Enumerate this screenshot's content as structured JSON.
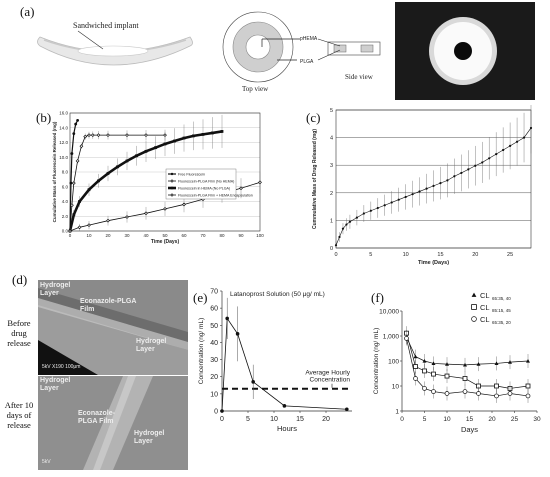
{
  "panels": {
    "a": "(a)",
    "b": "(b)",
    "c": "(c)",
    "d": "(d)",
    "e": "(e)",
    "f": "(f)"
  },
  "panel_a": {
    "implant_label": "Sandwiched implant",
    "pHEMA": "pHEMA",
    "PLGA": "PLGA",
    "top_view": "Top view",
    "side_view": "Side view"
  },
  "panel_d": {
    "before": [
      "Before",
      "drug",
      "release"
    ],
    "after": [
      "After 10",
      "days of",
      "release"
    ],
    "hydrogel_top": [
      "Hydrogel",
      "Layer"
    ],
    "film_top": [
      "Econazole-PLGA",
      "Film"
    ],
    "hydrogel_mid_right": [
      "Hydrogel",
      "Layer"
    ],
    "hydrogel_mid_left": [
      "Hydrogel",
      "Layer"
    ],
    "film_bottom": [
      "Econazole-",
      "PLGA Film"
    ],
    "hydrogel_bottom": [
      "Hydrogel",
      "Layer"
    ],
    "scale_top": "5kV    X190  100μm",
    "scale_bottom": "5kV"
  },
  "chart_data": [
    {
      "panel": "b",
      "type": "line",
      "ylabel": "Cumulative Mass of Fluorescein Released (mg)",
      "xlabel": "Time (Days)",
      "xlim": [
        0,
        100
      ],
      "ylim": [
        0,
        16
      ],
      "xticks": [
        0,
        10,
        20,
        30,
        40,
        50,
        60,
        70,
        80,
        90,
        100
      ],
      "yticks": [
        "0.0",
        "2.0",
        "4.0",
        "6.0",
        "8.0",
        "10.0",
        "12.0",
        "14.0",
        "16.0"
      ],
      "legend": "inside-center-right",
      "series": [
        {
          "name": "Free Fluorescein",
          "x": [
            0,
            0.5,
            1,
            2,
            3,
            4
          ],
          "y": [
            0,
            6.5,
            10.5,
            13.2,
            14.5,
            15.0
          ]
        },
        {
          "name": "Fluorescein-PLGA Film (No HEMA)",
          "x": [
            0,
            1,
            2,
            4,
            6,
            8,
            10,
            12,
            15,
            20,
            30,
            40,
            50
          ],
          "y": [
            0,
            3.5,
            6.5,
            9.5,
            11.5,
            12.8,
            13.0,
            13.0,
            13.0,
            13.0,
            13.0,
            13.0,
            13.0
          ]
        },
        {
          "name": "Fluorescein in HEMA (No PLGA)",
          "x": [
            0,
            2,
            5,
            10,
            15,
            20,
            25,
            30,
            35,
            40,
            45,
            50,
            55,
            60,
            65,
            70,
            75,
            80
          ],
          "y": [
            0,
            2.2,
            4.0,
            5.6,
            6.8,
            7.8,
            8.7,
            9.5,
            10.2,
            10.8,
            11.3,
            11.8,
            12.2,
            12.6,
            12.9,
            13.1,
            13.3,
            13.5
          ]
        },
        {
          "name": "Fluorescein-PLGA Film + HEMA Encapsulation",
          "x": [
            0,
            5,
            10,
            20,
            30,
            40,
            50,
            60,
            70,
            80,
            90,
            100
          ],
          "y": [
            0,
            0.5,
            0.8,
            1.4,
            1.9,
            2.4,
            3.0,
            3.6,
            4.3,
            5.1,
            5.8,
            6.6
          ]
        }
      ]
    },
    {
      "panel": "c",
      "type": "line",
      "ylabel": "Cummulative Mass of Drug Released (mg)",
      "xlabel": "Time (Days)",
      "xlim": [
        0,
        28
      ],
      "ylim": [
        0,
        5
      ],
      "xticks": [
        0,
        5,
        10,
        15,
        20,
        25
      ],
      "yticks": [
        0,
        1,
        2,
        3,
        4,
        5
      ],
      "x": [
        0,
        0.5,
        1,
        1.5,
        2,
        3,
        4,
        5,
        6,
        7,
        8,
        9,
        10,
        11,
        12,
        13,
        14,
        15,
        16,
        17,
        18,
        19,
        20,
        21,
        22,
        23,
        24,
        25,
        26,
        27,
        28
      ],
      "y": [
        0.1,
        0.4,
        0.7,
        0.85,
        0.95,
        1.1,
        1.25,
        1.35,
        1.45,
        1.55,
        1.65,
        1.75,
        1.85,
        1.95,
        2.05,
        2.15,
        2.25,
        2.35,
        2.45,
        2.6,
        2.72,
        2.85,
        2.98,
        3.1,
        3.25,
        3.4,
        3.55,
        3.7,
        3.85,
        4.0,
        4.35
      ]
    },
    {
      "panel": "e",
      "type": "line",
      "ylabel": "Concentration (ng/ mL)",
      "xlabel": "Hours",
      "xlim": [
        0,
        25
      ],
      "ylim": [
        0,
        70
      ],
      "xticks": [
        0,
        5,
        10,
        15,
        20
      ],
      "yticks": [
        0,
        10,
        20,
        30,
        40,
        50,
        60,
        70
      ],
      "annotation_top": "Latanoprost Solution (50 μg/ mL)",
      "annotation_line": [
        "Average Hourly",
        "Concentration"
      ],
      "reference_line": 13,
      "x": [
        0,
        1,
        3,
        6,
        12,
        24
      ],
      "y": [
        0,
        54,
        45,
        17,
        3,
        1
      ]
    },
    {
      "panel": "f",
      "type": "line",
      "ylabel": "Concentration (ng/ mL)",
      "xlabel": "Days",
      "yscale": "log",
      "xlim": [
        0,
        30
      ],
      "ylim": [
        1,
        10000
      ],
      "xticks": [
        0,
        5,
        10,
        15,
        20,
        25,
        30
      ],
      "yticks": [
        "1",
        "10",
        "100",
        "1,000",
        "10,000"
      ],
      "legend": "top-right",
      "series": [
        {
          "name": "CL",
          "sub": "65:35, 40",
          "x": [
            1,
            3,
            5,
            7,
            10,
            14,
            17,
            21,
            24,
            28
          ],
          "y": [
            900,
            150,
            100,
            80,
            75,
            70,
            75,
            80,
            90,
            100
          ]
        },
        {
          "name": "CL",
          "sub": "85:15, 45",
          "x": [
            1,
            3,
            5,
            7,
            10,
            14,
            17,
            21,
            24,
            28
          ],
          "y": [
            1300,
            60,
            40,
            30,
            25,
            20,
            10,
            10,
            8,
            10
          ]
        },
        {
          "name": "CL",
          "sub": "65:35, 20",
          "x": [
            1,
            3,
            5,
            7,
            10,
            14,
            17,
            21,
            24,
            28
          ],
          "y": [
            800,
            20,
            8,
            6,
            5,
            6,
            5,
            4,
            5,
            4
          ]
        }
      ]
    }
  ]
}
